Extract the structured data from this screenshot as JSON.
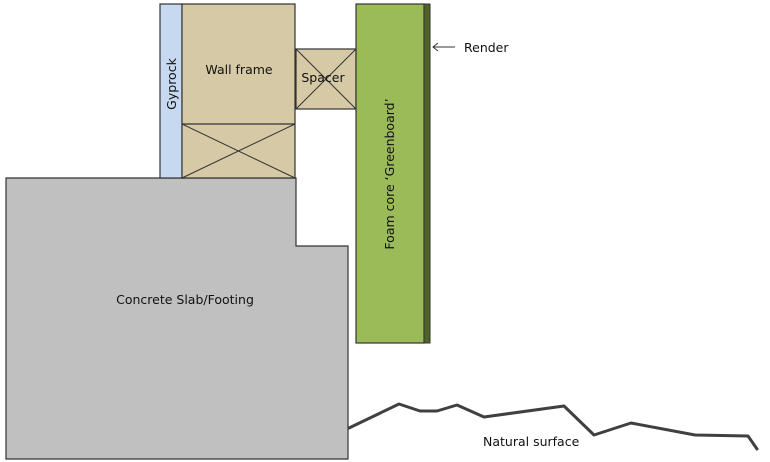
{
  "labels": {
    "gyprock": "Gyprock",
    "wall_frame": "Wall frame",
    "spacer": "Spacer",
    "foam_core": "Foam core ‘Greenboard’",
    "render": "Render",
    "concrete": "Concrete Slab/Footing",
    "natural_surface": "Natural surface"
  },
  "colors": {
    "gyprock": "#c6d9f0",
    "timber": "#d6caa6",
    "foam_core": "#9bbb59",
    "render": "#4f6228",
    "concrete": "#c0c0c0",
    "outline": "#333333",
    "ground_line": "#404040"
  }
}
